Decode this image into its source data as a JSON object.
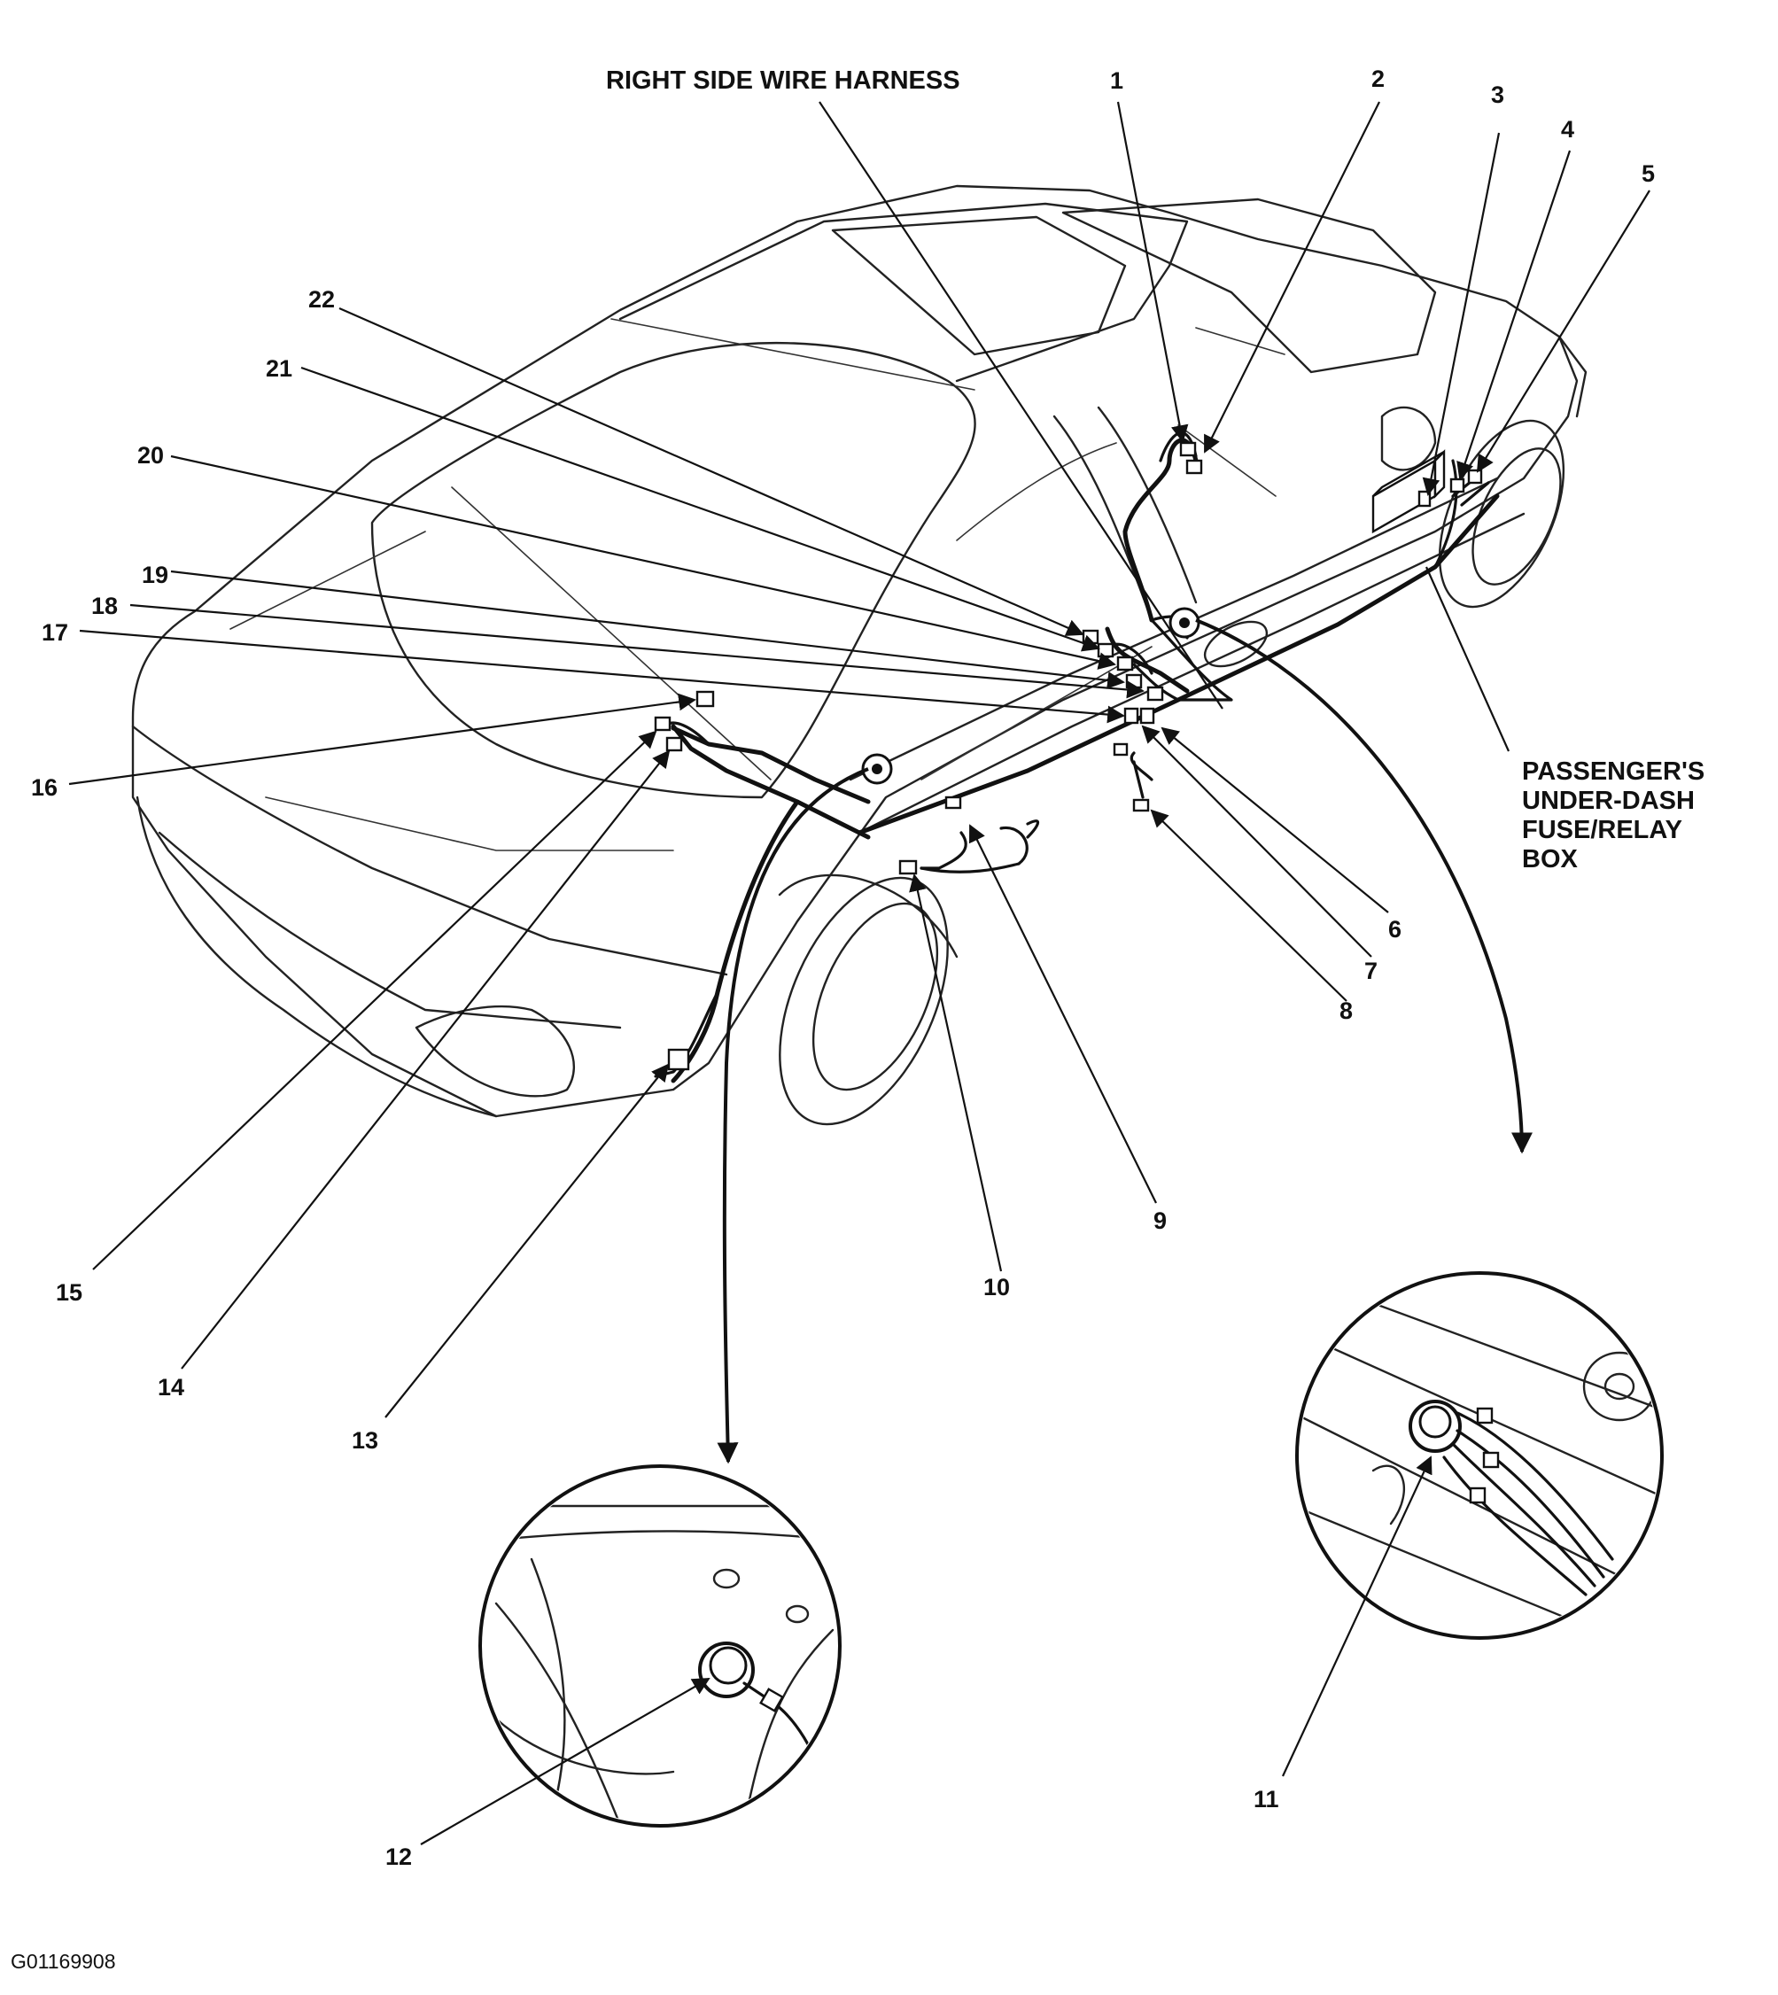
{
  "title": "RIGHT SIDE WIRE HARNESS",
  "fuse_box_label": [
    "PASSENGER'S",
    "UNDER-DASH",
    "FUSE/RELAY",
    "BOX"
  ],
  "callouts": [
    "1",
    "2",
    "3",
    "4",
    "5",
    "6",
    "7",
    "8",
    "9",
    "10",
    "11",
    "12",
    "13",
    "14",
    "15",
    "16",
    "17",
    "18",
    "19",
    "20",
    "21",
    "22"
  ],
  "figure_id": "G01169908"
}
